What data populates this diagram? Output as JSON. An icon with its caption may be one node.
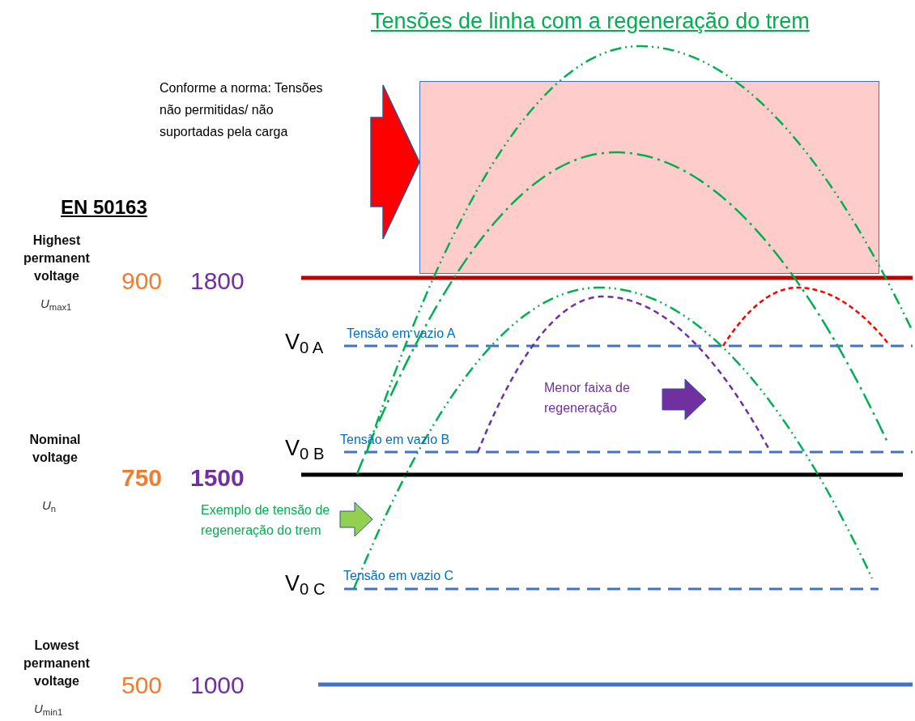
{
  "diagram": {
    "title": "Tensões de linha com a regeneração do trem",
    "nodes": [
      {
        "text": [
          "Conforme a norma: Tensões não permitidas/ não suportadas pela carga"
        ]
      },
      {
        "text": [],
        "shape": "box"
      }
    ],
    "edges": [
      {
        "from": 0,
        "to": 1,
        "arrow": "to",
        "style": "thick",
        "color": "#ff0000"
      }
    ],
    "labels": [
      "EN 50163",
      "Highest permanent voltage",
      "U$_{max1}$",
      "900",
      "1800",
      "V$_{0 A}$",
      "Tensão em vazio A",
      "Menor faixa de regeneração",
      "Nominal voltage",
      "V$_{0 B}$",
      "Tensão em vazio B",
      "750",
      "1500",
      "U$_{n}$",
      "Exemplo de tensão de regeneração do trem",
      "V$_{0 C}$",
      "Tensão em vazio C",
      "Lowest permanent voltage",
      "500",
      "1000",
      "U$_{min1}$"
    ]
  }
}
